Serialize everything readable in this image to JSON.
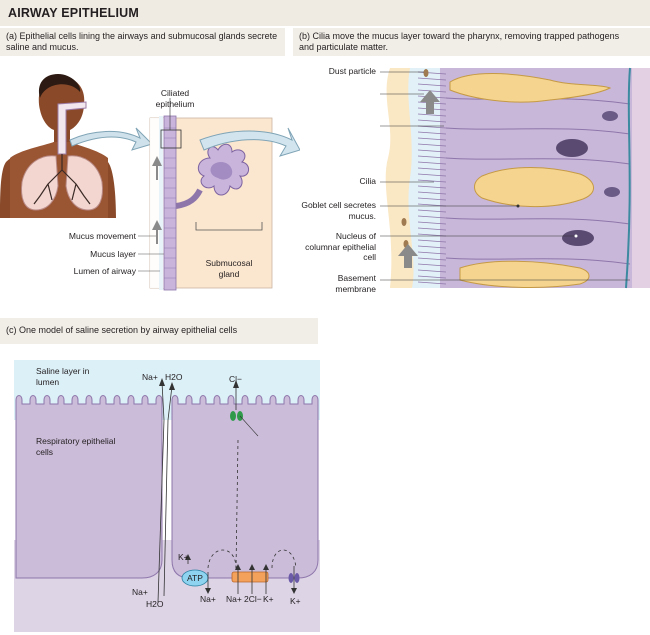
{
  "title": "AIRWAY EPITHELIUM",
  "panel_a": {
    "caption": "(a) Epithelial cells lining the airways and submucosal glands secrete saline and mucus.",
    "labels": {
      "ciliated_epithelium": "Ciliated epithelium",
      "mucus_movement": "Mucus movement",
      "mucus_layer": "Mucus layer",
      "lumen_of_airway": "Lumen of airway",
      "submucosal_gland": "Submucosal gland"
    }
  },
  "panel_b": {
    "caption": "(b) Cilia move the mucus layer toward the pharynx, removing trapped pathogens and particulate matter.",
    "labels": {
      "dust_particle": "Dust particle",
      "cilia": "Cilia",
      "goblet_cell": "Goblet cell secretes mucus.",
      "nucleus": "Nucleus of columnar epithelial cell",
      "basement_membrane": "Basement membrane"
    }
  },
  "panel_c": {
    "caption": "(c) One model of saline secretion by airway epithelial cells",
    "labels": {
      "saline_layer": "Saline layer in lumen",
      "respiratory_cells": "Respiratory epithelial cells",
      "na_top": "Na+",
      "h2o_top": "H2O",
      "cl_top": "Cl−",
      "k_left": "K+",
      "atp": "ATP",
      "na_bottom_left": "Na+",
      "h2o_bottom_left": "H2O",
      "na_pump": "Na+",
      "na_cotrans": "Na+",
      "cl_cotrans": "2Cl−",
      "k_cotrans": "K+",
      "k_channel": "K+"
    }
  },
  "colors": {
    "header_bg": "#efeae2",
    "cell_purple": "#cbbcd9",
    "lumen_blue": "#dcf0f8",
    "goblet_yellow": "#f5d48f",
    "pump_orange": "#f4a15c",
    "channel_green": "#2f9a4a",
    "atp_blue": "#8ed3ef"
  }
}
